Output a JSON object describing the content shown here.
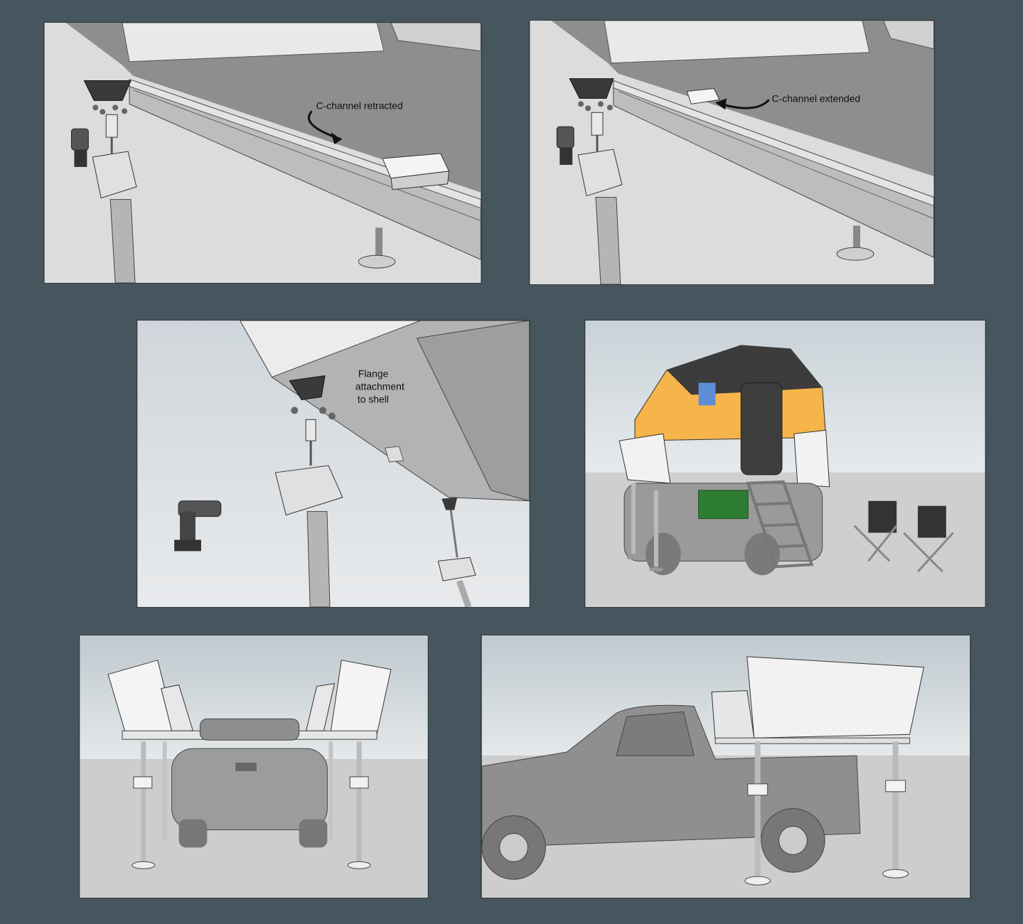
{
  "panels": [
    {
      "id": "c-channel-retracted",
      "label": "C-channel retracted"
    },
    {
      "id": "c-channel-extended",
      "label": "C-channel extended"
    },
    {
      "id": "flange-attachment",
      "label_lines": [
        "Flange",
        "attachment",
        "to shell"
      ]
    },
    {
      "id": "camper-deployed"
    },
    {
      "id": "shell-lifted-rear"
    },
    {
      "id": "shell-lifted-side"
    }
  ],
  "colors": {
    "background": "#46555e",
    "shell_orange": "#f5b54a",
    "shell_white": "#f2f2f2",
    "metal_grey": "#9a9a9a",
    "sky": "#dfe6ea",
    "ground": "#cfcfcf",
    "cooler_green": "#2e7d32"
  }
}
